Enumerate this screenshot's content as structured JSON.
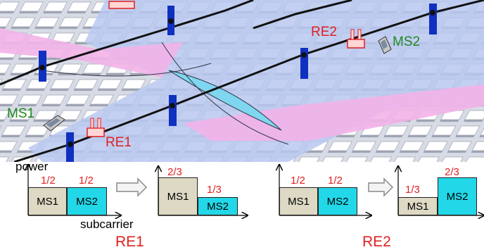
{
  "scene": {
    "ms1_label": "MS1",
    "ms2_label": "MS2",
    "re1_label": "RE1",
    "re2_label": "RE2"
  },
  "axes": {
    "ylabel": "power",
    "xlabel": "subcarrier"
  },
  "allocations": [
    {
      "name": "RE1-before",
      "ms1": {
        "label": "MS1",
        "fraction": "1/2"
      },
      "ms2": {
        "label": "MS2",
        "fraction": "1/2"
      }
    },
    {
      "name": "RE1-after",
      "ms1": {
        "label": "MS1",
        "fraction": "2/3"
      },
      "ms2": {
        "label": "MS2",
        "fraction": "1/3"
      }
    },
    {
      "name": "RE2-before",
      "ms1": {
        "label": "MS1",
        "fraction": "1/2"
      },
      "ms2": {
        "label": "MS2",
        "fraction": "1/2"
      }
    },
    {
      "name": "RE2-after",
      "ms1": {
        "label": "MS1",
        "fraction": "1/3"
      },
      "ms2": {
        "label": "MS2",
        "fraction": "2/3"
      }
    }
  ],
  "captions": {
    "left": "RE1",
    "right": "RE2"
  },
  "colors": {
    "ms1_fill": "#ddd9c4",
    "ms2_fill": "#22d8e8",
    "relay": "#e02020",
    "pole": "#1030c0",
    "pink_zone": "#f2b3e8",
    "blue_zone": "#b8c8f0"
  }
}
